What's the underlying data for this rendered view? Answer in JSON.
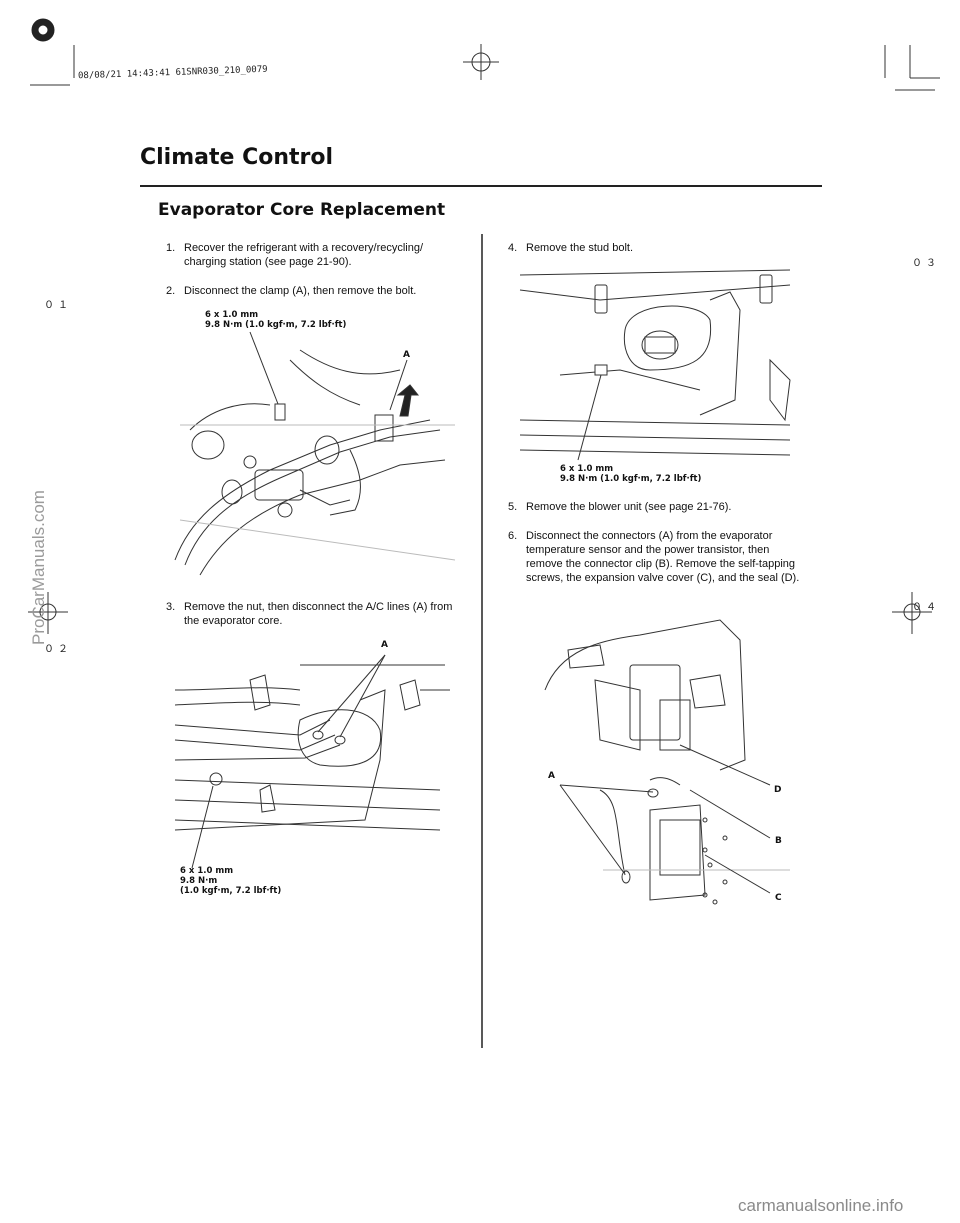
{
  "print_stamp": "08/08/21 14:43:41 61SNR030_210_0079",
  "corner_marks": {
    "top_left": "０１",
    "bottom_left": "０２",
    "top_right": "０３",
    "bottom_right": "０４"
  },
  "chapter_title": "Climate Control",
  "section_title": "Evaporator Core Replacement",
  "steps": [
    {
      "num": "1.",
      "text": "Recover the refrigerant with a recovery/recycling/ charging station (see page 21-90)."
    },
    {
      "num": "2.",
      "text": "Disconnect the clamp (A), then remove the bolt."
    },
    {
      "num": "3.",
      "text": "Remove the nut, then disconnect the A/C lines (A) from the evaporator core."
    },
    {
      "num": "4.",
      "text": "Remove the stud bolt."
    },
    {
      "num": "5.",
      "text": "Remove the blower unit (see page 21-76)."
    },
    {
      "num": "6.",
      "text": "Disconnect the connectors (A) from the evaporator temperature sensor and the power transistor, then remove the connector clip (B). Remove the self-tapping screws, the expansion valve cover (C), and the seal (D)."
    }
  ],
  "fig1": {
    "spec": "6 x 1.0 mm\n9.8 N·m (1.0 kgf·m, 7.2 lbf·ft)",
    "label_a": "A"
  },
  "fig2": {
    "spec": "6 x 1.0 mm\n9.8 N·m (1.0 kgf·m, 7.2 lbf·ft)"
  },
  "fig3": {
    "spec": "6 x 1.0 mm\n9.8 N·m\n(1.0 kgf·m, 7.2 lbf·ft)",
    "label_a": "A"
  },
  "fig4": {
    "label_a": "A",
    "label_b": "B",
    "label_c": "C",
    "label_d": "D"
  },
  "watermarks": {
    "side": "ProCarManuals.com",
    "bottom": "carmanualsonline.info"
  }
}
